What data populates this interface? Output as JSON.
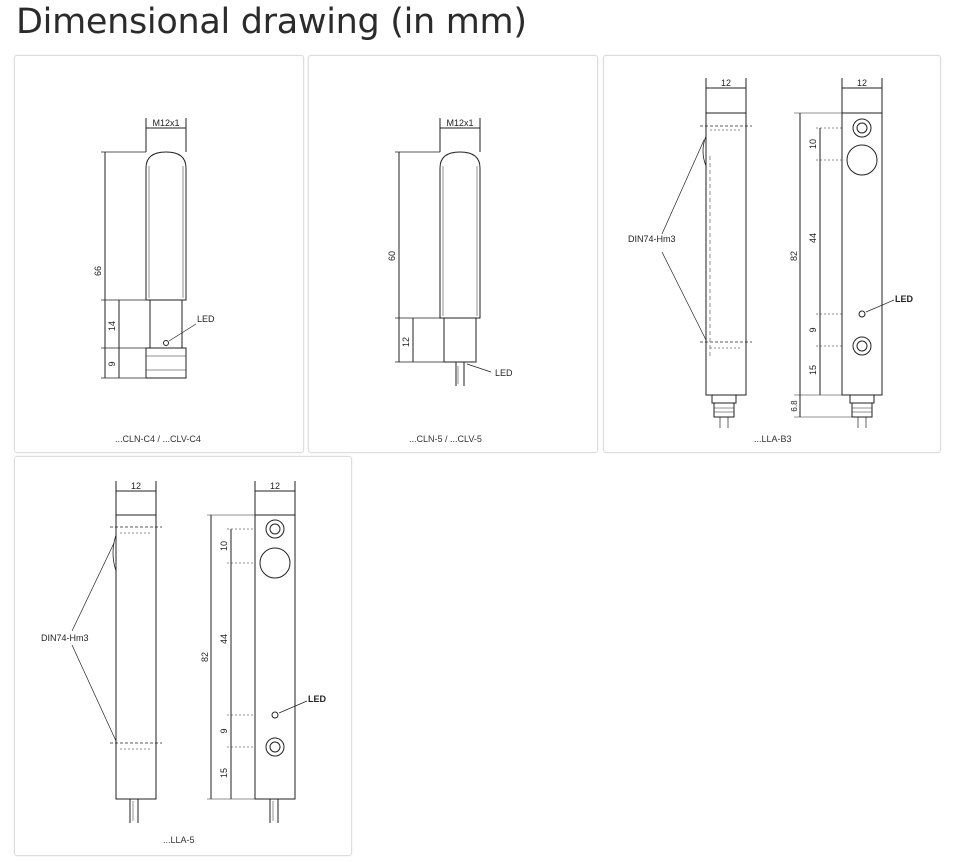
{
  "page": {
    "title": "Dimensional drawing (in mm)"
  },
  "drawings": [
    {
      "caption": "...CLN-C4 / ...CLV-C4",
      "thread": "M12x1",
      "dim_total": "66",
      "dim_mid": "14",
      "dim_low": "9",
      "led": "LED"
    },
    {
      "caption": "...CLN-5 / ...CLV-5",
      "thread": "M12x1",
      "dim_total": "60",
      "dim_low": "12",
      "led": "LED"
    },
    {
      "caption": "...LLA-B3",
      "width_side": "12",
      "width_front": "12",
      "din": "DIN74-Hm3",
      "dim_a": "10",
      "dim_b": "44",
      "dim_total": "82",
      "dim_c": "9",
      "dim_d": "15",
      "dim_e": "6.8",
      "led": "LED"
    },
    {
      "caption": "...LLA-5",
      "width_side": "12",
      "width_front": "12",
      "din": "DIN74-Hm3",
      "dim_a": "10",
      "dim_b": "44",
      "dim_total": "82",
      "dim_c": "9",
      "dim_d": "15",
      "led": "LED"
    }
  ]
}
